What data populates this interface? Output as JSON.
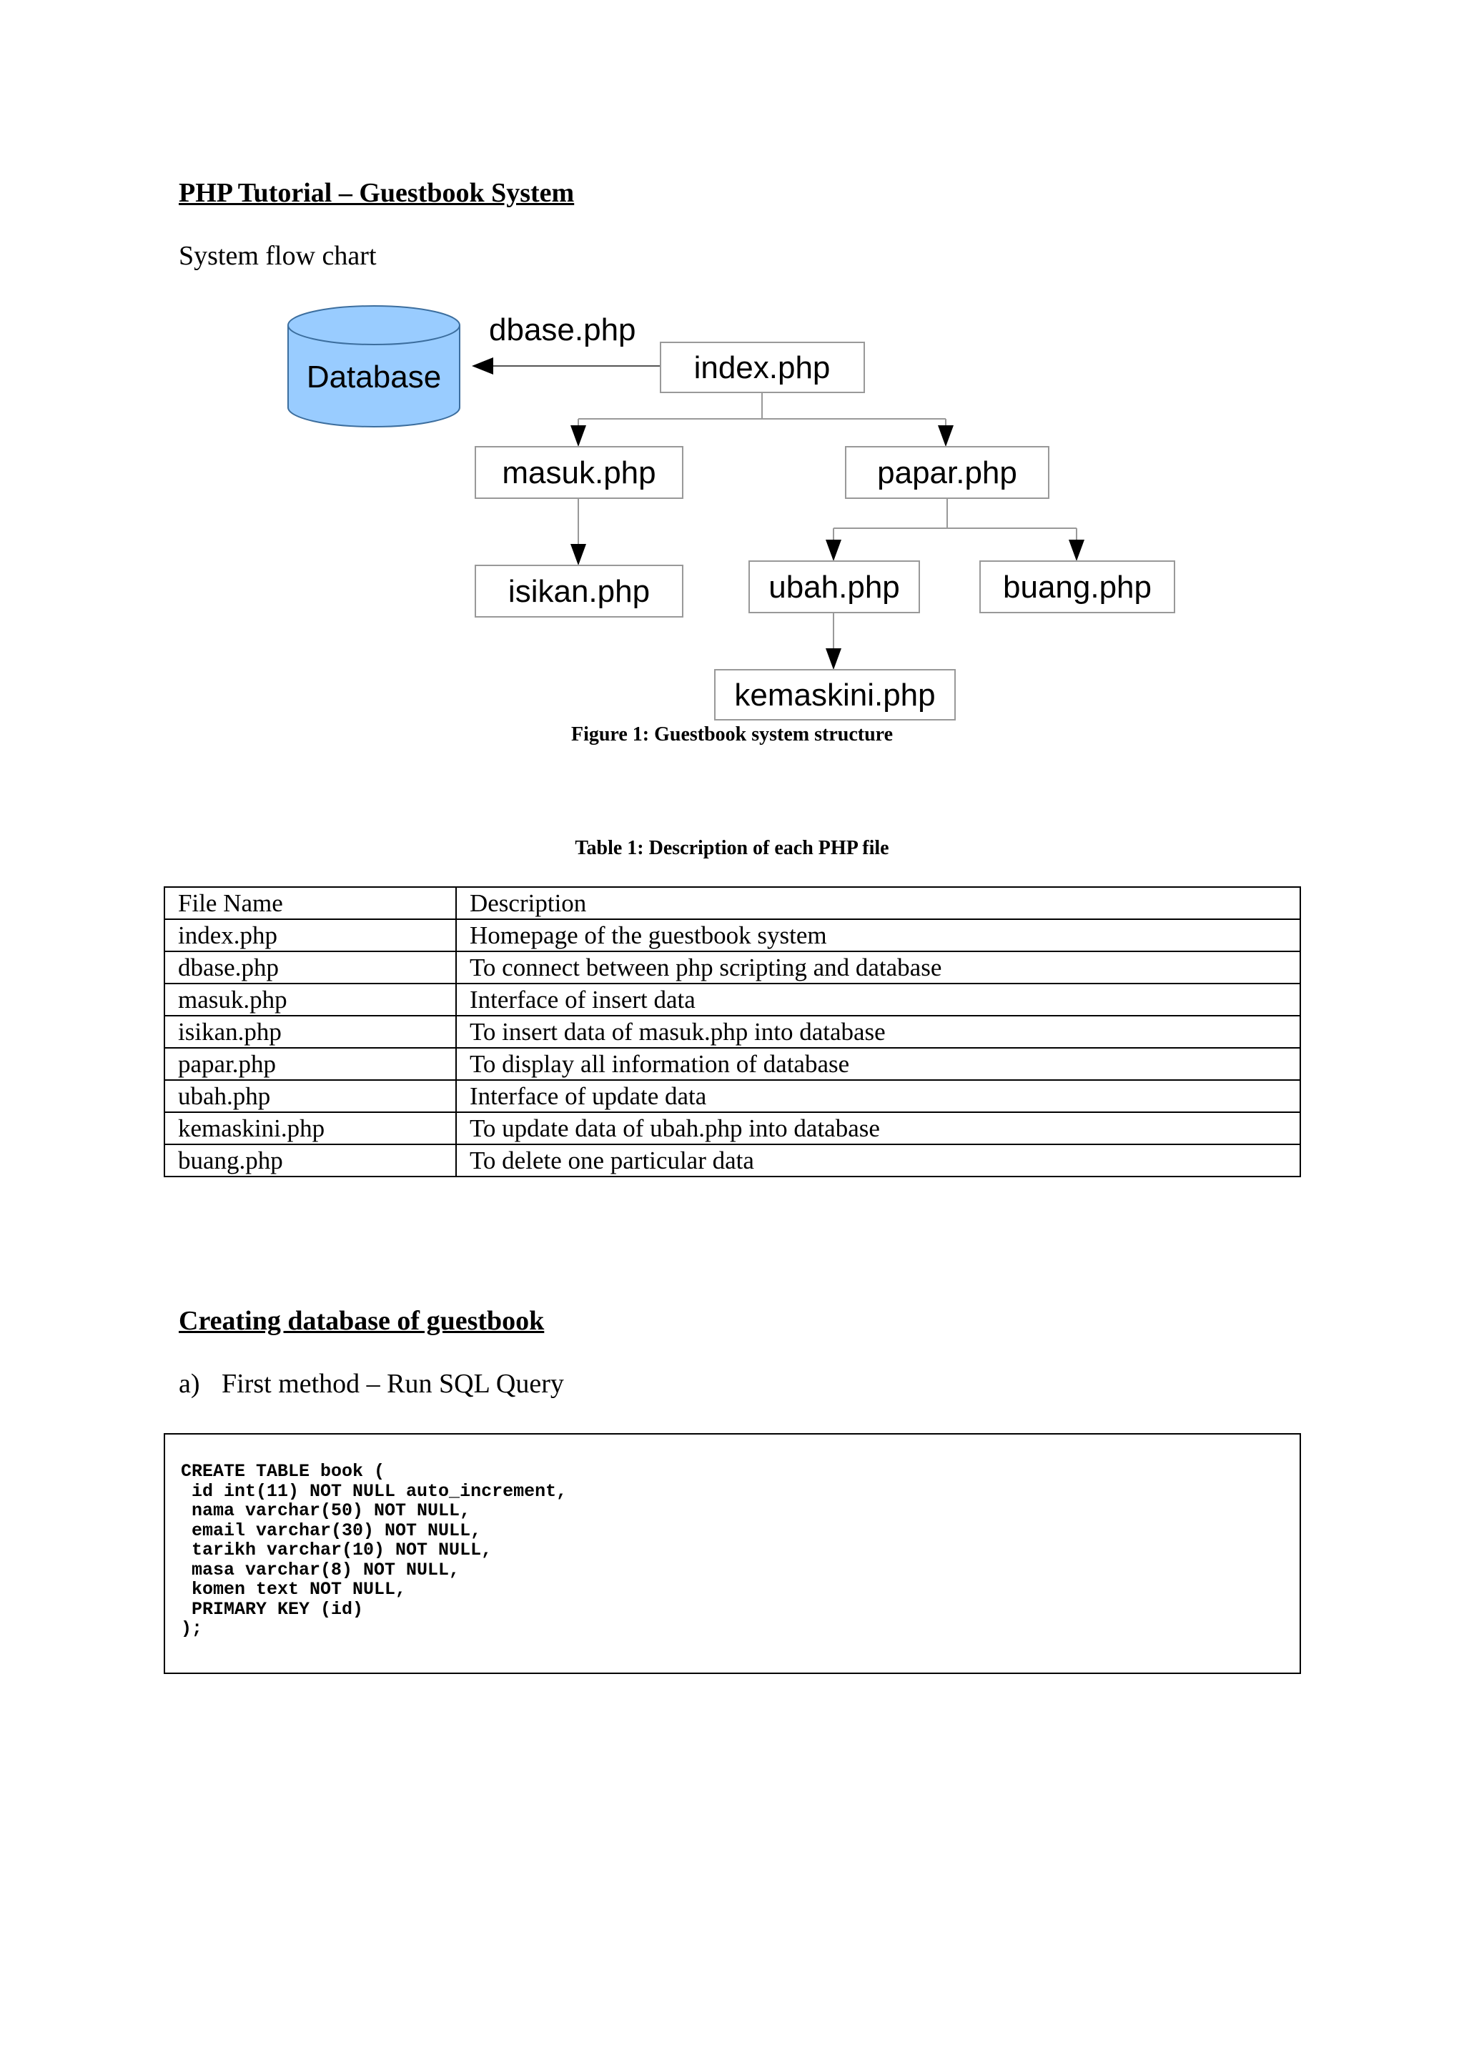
{
  "title": "PHP Tutorial – Guestbook System",
  "subtitle": "System flow chart",
  "diagram": {
    "database": "Database",
    "edge_label": "dbase.php",
    "nodes": {
      "index": "index.php",
      "masuk": "masuk.php",
      "papar": "papar.php",
      "isikan": "isikan.php",
      "ubah": "ubah.php",
      "buang": "buang.php",
      "kemaskini": "kemaskini.php"
    },
    "colors": {
      "database_fill": "#99ccff",
      "database_stroke": "#3c6e9e",
      "box_stroke": "#999999"
    }
  },
  "figure_caption": "Figure 1: Guestbook system structure",
  "table_caption": "Table 1: Description of each PHP file",
  "table": {
    "headers": [
      "File Name",
      "Description"
    ],
    "rows": [
      [
        "index.php",
        "Homepage of the guestbook system"
      ],
      [
        "dbase.php",
        "To connect between php scripting and database"
      ],
      [
        "masuk.php",
        "Interface of insert data"
      ],
      [
        "isikan.php",
        "To insert data of masuk.php into database"
      ],
      [
        "papar.php",
        "To display all information of database"
      ],
      [
        "ubah.php",
        "Interface of update data"
      ],
      [
        "kemaskini.php",
        "To update data of ubah.php into database"
      ],
      [
        "buang.php",
        "To delete one particular data"
      ]
    ]
  },
  "section2": {
    "heading": "Creating database of guestbook",
    "item_marker": "a)",
    "item_text": "First method – Run SQL Query",
    "code": "CREATE TABLE book (\n id int(11) NOT NULL auto_increment,\n nama varchar(50) NOT NULL,\n email varchar(30) NOT NULL,\n tarikh varchar(10) NOT NULL,\n masa varchar(8) NOT NULL,\n komen text NOT NULL,\n PRIMARY KEY (id)\n);"
  }
}
